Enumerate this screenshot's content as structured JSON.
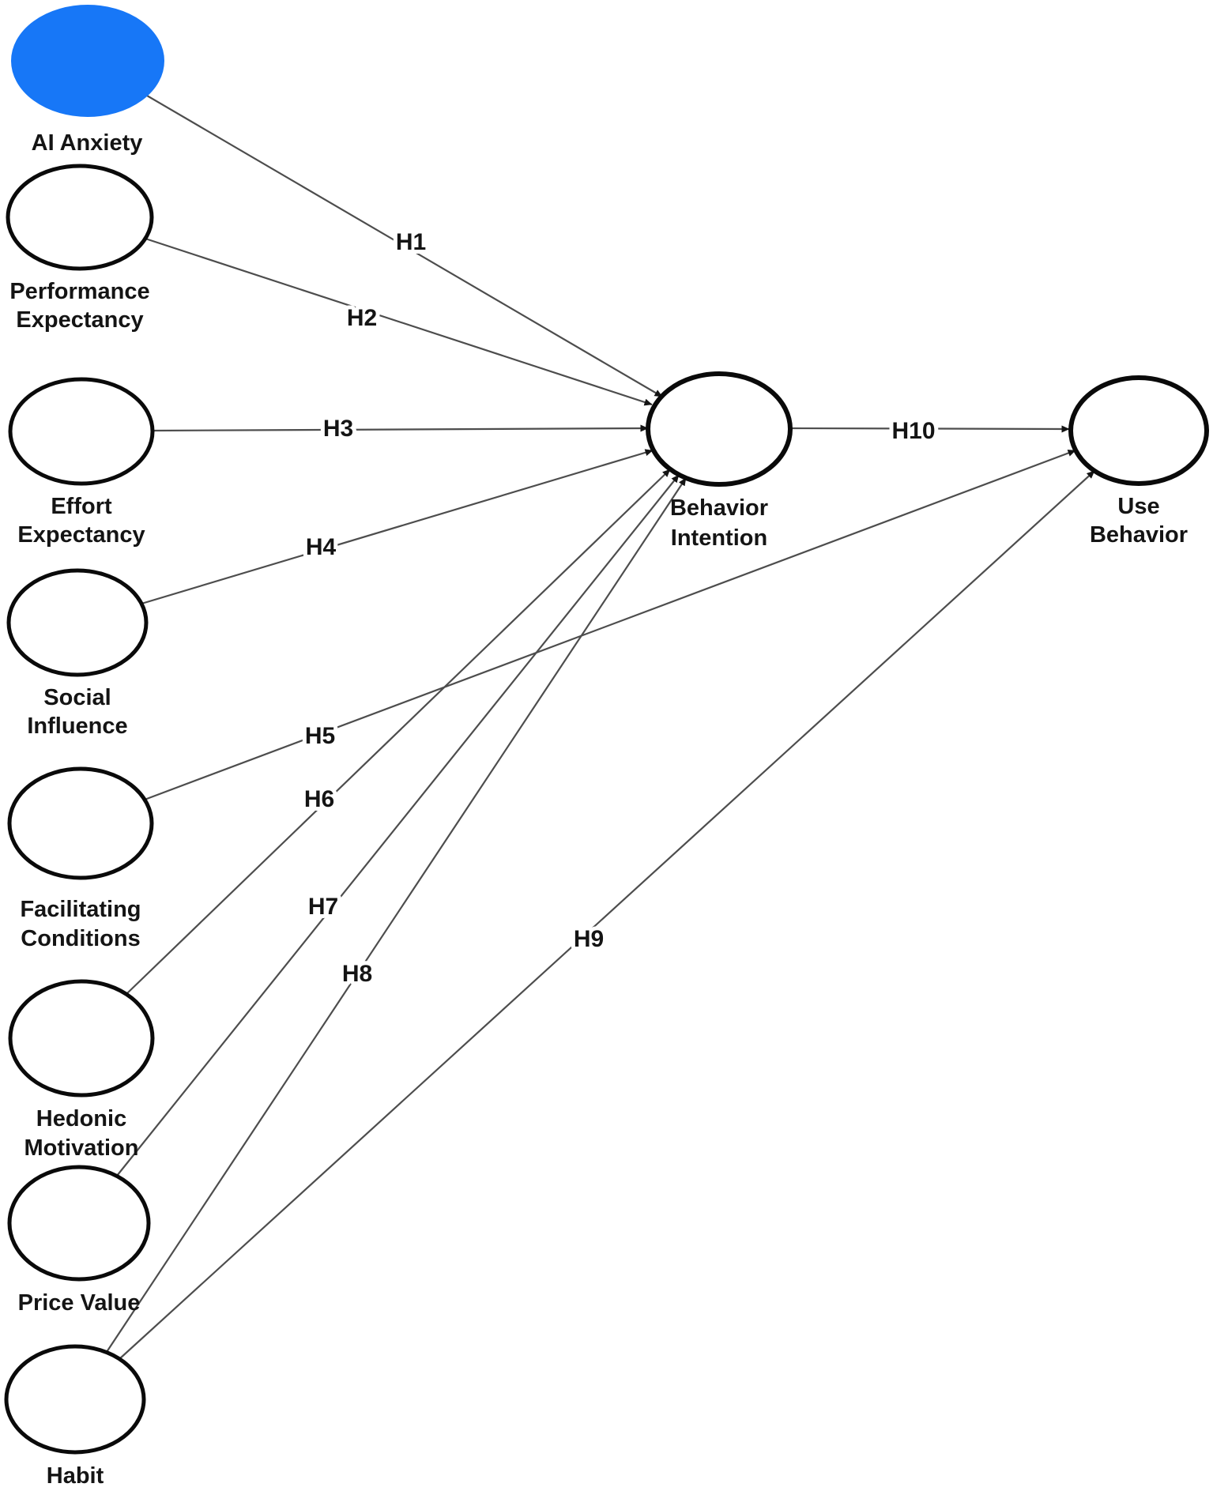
{
  "figure": {
    "type": "path-model-diagram",
    "background": "#ffffff",
    "accent_blue": "#1777f7",
    "line_color": "#4d4d4d",
    "ellipse_stroke": "#0a0a0a",
    "text_color": "#141414"
  },
  "nodes": [
    {
      "id": "ai-anxiety",
      "lines": [
        "AI Anxiety"
      ],
      "filled": true
    },
    {
      "id": "performance-expectancy",
      "lines": [
        "Performance",
        "Expectancy"
      ],
      "filled": false
    },
    {
      "id": "effort-expectancy",
      "lines": [
        "Effort",
        "Expectancy"
      ],
      "filled": false
    },
    {
      "id": "social-influence",
      "lines": [
        "Social",
        "Influence"
      ],
      "filled": false
    },
    {
      "id": "facilitating-conditions",
      "lines": [
        "Facilitating",
        "Conditions"
      ],
      "filled": false
    },
    {
      "id": "hedonic-motivation",
      "lines": [
        "Hedonic",
        "Motivation"
      ],
      "filled": false
    },
    {
      "id": "price-value",
      "lines": [
        "Price Value"
      ],
      "filled": false
    },
    {
      "id": "habit",
      "lines": [
        "Habit"
      ],
      "filled": false
    },
    {
      "id": "behavior-intention",
      "lines": [
        "Behavior",
        "Intention"
      ],
      "filled": false
    },
    {
      "id": "use-behavior",
      "lines": [
        "Use",
        "Behavior"
      ],
      "filled": false
    }
  ],
  "edges": [
    {
      "id": "h1",
      "label": "H1",
      "from": "AI Anxiety",
      "to": "Behavior Intention"
    },
    {
      "id": "h2",
      "label": "H2",
      "from": "Performance Expectancy",
      "to": "Behavior Intention"
    },
    {
      "id": "h3",
      "label": "H3",
      "from": "Effort Expectancy",
      "to": "Behavior Intention"
    },
    {
      "id": "h4",
      "label": "H4",
      "from": "Social Influence",
      "to": "Behavior Intention"
    },
    {
      "id": "h5",
      "label": "H5",
      "from": "Facilitating Conditions",
      "to": "Use Behavior"
    },
    {
      "id": "h6",
      "label": "H6",
      "from": "Hedonic Motivation",
      "to": "Behavior Intention"
    },
    {
      "id": "h7",
      "label": "H7",
      "from": "Price Value",
      "to": "Behavior Intention"
    },
    {
      "id": "h8",
      "label": "H8",
      "from": "Habit",
      "to": "Behavior Intention"
    },
    {
      "id": "h9",
      "label": "H9",
      "from": "Habit",
      "to": "Use Behavior"
    },
    {
      "id": "h10",
      "label": "H10",
      "from": "Behavior Intention",
      "to": "Use Behavior"
    }
  ]
}
